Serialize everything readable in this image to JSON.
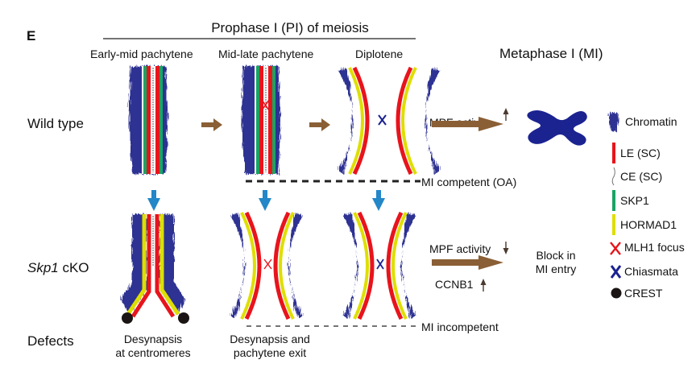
{
  "panel_label": "E",
  "header": {
    "prophase_title": "Prophase I (PI) of meiosis",
    "metaphase_title": "Metaphase I (MI)",
    "stages": [
      "Early-mid pachytene",
      "Mid-late pachytene",
      "Diplotene"
    ]
  },
  "rows": {
    "wild_type": "Wild type",
    "mutant_gene": "Skp1",
    "mutant_suffix": " cKO",
    "defects": "Defects"
  },
  "wild_type_path": {
    "mpf_label": "MPF activity",
    "mpf_direction": "up",
    "competence": "MI competent (OA)"
  },
  "mutant_path": {
    "mpf_label": "MPF activity",
    "mpf_direction": "down",
    "ccnb1_label": "CCNB1",
    "ccnb1_direction": "up",
    "outcome_line1": "Block in",
    "outcome_line2": "MI entry",
    "competence": "MI incompetent"
  },
  "defects": {
    "d1_line1": "Desynapsis",
    "d1_line2": "at centromeres",
    "d2_line1": "Desynapsis and",
    "d2_line2": "pachytene exit"
  },
  "legend": [
    {
      "key": "chromatin",
      "label": "Chromatin",
      "icon": "chromatin-blob",
      "color": "#2e3192"
    },
    {
      "key": "le",
      "label": "LE (SC)",
      "icon": "vertical-bar",
      "color": "#e8141c"
    },
    {
      "key": "ce",
      "label": "CE (SC)",
      "icon": "wavy-line",
      "color": "#777777"
    },
    {
      "key": "skp1",
      "label": "SKP1",
      "icon": "vertical-bar",
      "color": "#1aa364"
    },
    {
      "key": "hormad1",
      "label": "HORMAD1",
      "icon": "vertical-bar",
      "color": "#dede00"
    },
    {
      "key": "mlh1",
      "label": "MLH1 focus",
      "icon": "x-mark",
      "color": "#e8141c"
    },
    {
      "key": "chiasmata",
      "label": "Chiasmata",
      "icon": "x-mark",
      "color": "#1b2390"
    },
    {
      "key": "crest",
      "label": "CREST",
      "icon": "dot",
      "color": "#1a1414"
    }
  ],
  "colors": {
    "chromatin": "#2e3192",
    "le": "#e8141c",
    "skp1": "#1aa364",
    "hormad1": "#dede00",
    "progression_arrow": "#8a5f35",
    "defect_arrow": "#2387c8",
    "mlh1": "#e8141c",
    "chiasmata": "#1b2390",
    "crest": "#1a1414"
  }
}
